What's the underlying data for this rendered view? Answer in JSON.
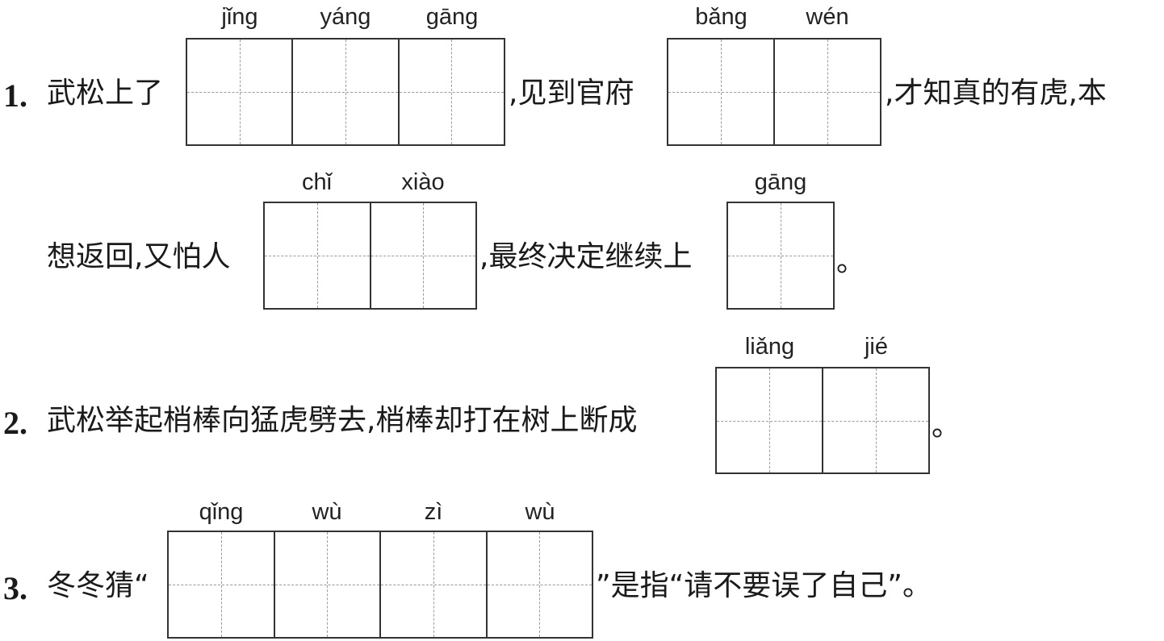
{
  "q1": {
    "number": "1.",
    "line1": {
      "seg1": "武松上了",
      "blank1_pinyin": [
        "jǐng",
        "yáng",
        "gāng"
      ],
      "seg2": ",见到官府",
      "blank2_pinyin": [
        "bǎng",
        "wén"
      ],
      "seg3": ",才知真的有虎,本"
    },
    "line2": {
      "seg1": "想返回,又怕人",
      "blank3_pinyin": [
        "chǐ",
        "xiào"
      ],
      "seg2": ",最终决定继续上",
      "blank4_pinyin": [
        "gāng"
      ],
      "seg3": "。"
    }
  },
  "q2": {
    "number": "2.",
    "seg1": "武松举起梢棒向猛虎劈去,梢棒却打在树上断成",
    "blank_pinyin": [
      "liǎng",
      "jié"
    ],
    "seg2": "。"
  },
  "q3": {
    "number": "3.",
    "seg1": "冬冬猜“",
    "blank_pinyin": [
      "qǐng",
      "wù",
      "zì",
      "wù"
    ],
    "seg2": "”是指“请不要误了自己”。"
  }
}
